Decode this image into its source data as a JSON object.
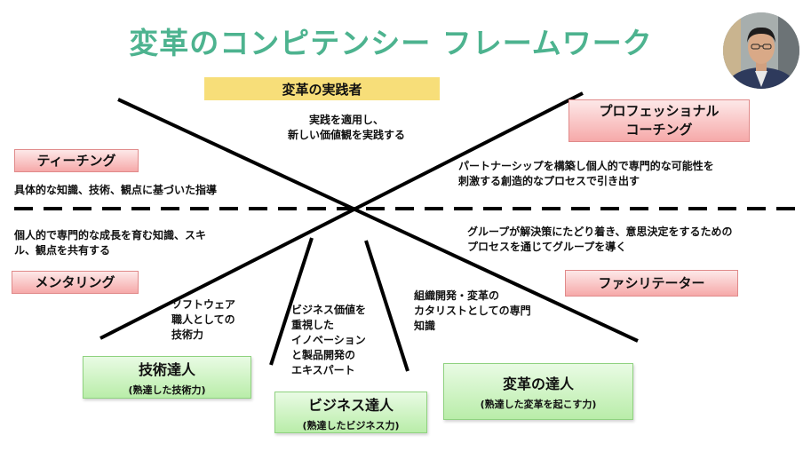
{
  "title": "変革のコンピテンシー フレームワーク",
  "top_box": "変革の実践者",
  "top_desc": [
    "実践を適用し、",
    "新しい価値観を実践する"
  ],
  "teaching": {
    "label": "ティーチング",
    "desc": "具体的な知識、技術、観点に基づいた指導"
  },
  "mentoring": {
    "label": "メンタリング",
    "desc": [
      "個人的で専門的な成長を育む知識、スキ",
      "ル、観点を共有する"
    ]
  },
  "coaching": {
    "label": [
      "プロフェッショナル",
      "コーチング"
    ],
    "desc": [
      "パートナーシップを構築し個人的で専門的な可能性を",
      "刺激する創造的なプロセスで引き出す"
    ]
  },
  "facilitator": {
    "label": "ファシリテーター",
    "desc": [
      "グループが解決策にたどり着き、意思決定をするための",
      "プロセスを通じてグループを導く"
    ]
  },
  "technical": {
    "label": "技術達人",
    "sub": "(熟達した技術力)",
    "desc": [
      "ソフトウェア",
      "職人としての",
      "技術力"
    ]
  },
  "business": {
    "label": "ビジネス達人",
    "sub": "(熟達したビジネス力)",
    "desc": [
      "ビジネス価値を",
      "重視した",
      "イノベーション",
      "と製品開発の",
      "エキスパート"
    ]
  },
  "transformation": {
    "label": "変革の達人",
    "sub": "(熟達した変革を起こす力)",
    "desc": [
      "組織開発・変革の",
      "カタリストとしての専門",
      "知識"
    ]
  },
  "colors": {
    "title": "#4db38f",
    "yellow": "#f7de79",
    "pink": "#f6a9a9",
    "green": "#b9eda9",
    "lines": "#000000"
  }
}
